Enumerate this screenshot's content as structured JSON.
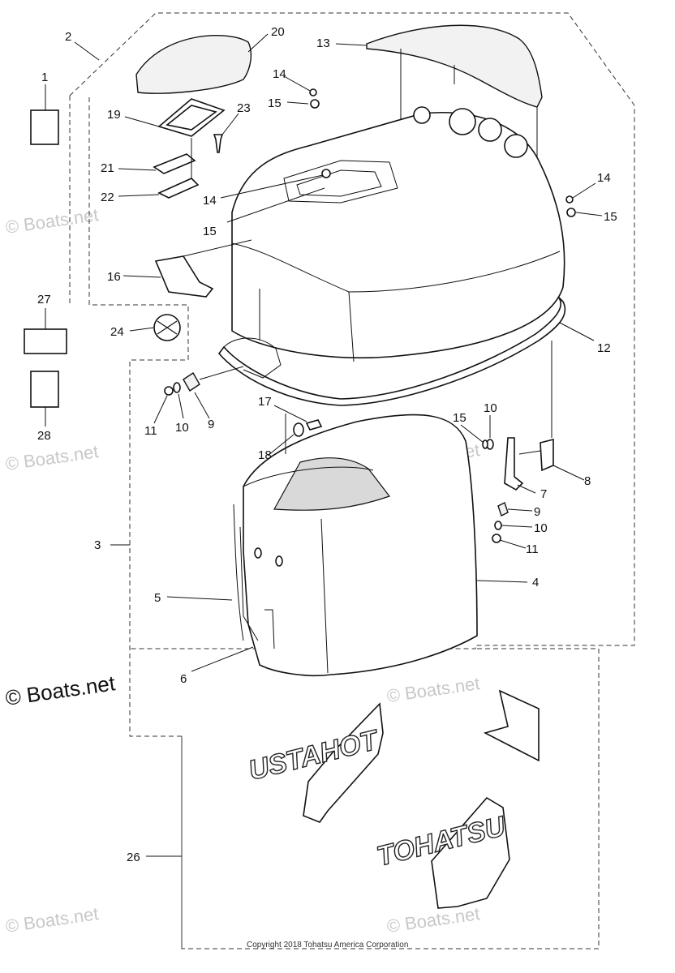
{
  "labels": [
    "1",
    "2",
    "3",
    "4",
    "5",
    "6",
    "7",
    "8",
    "9",
    "9",
    "10",
    "10",
    "10",
    "11",
    "11",
    "12",
    "13",
    "14",
    "14",
    "14",
    "15",
    "15",
    "15",
    "15",
    "16",
    "17",
    "18",
    "19",
    "20",
    "21",
    "22",
    "23",
    "24",
    "26",
    "27",
    "28"
  ],
  "watermark": "© Boats.net",
  "copyright": "Copyright 2018 Tohatsu America Corporation",
  "decals": {
    "mirrored": "USTAHOT",
    "normal": "TOHATSU"
  }
}
